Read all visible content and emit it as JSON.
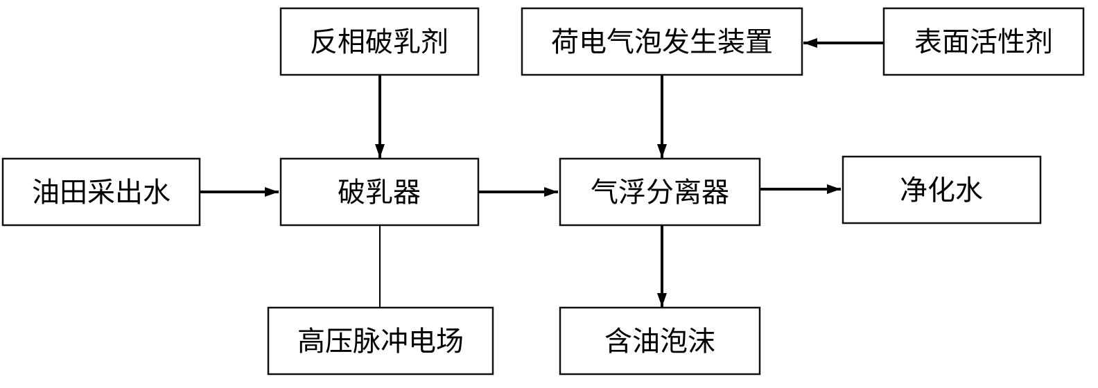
{
  "nodes": {
    "reverse_demulsifier": "反相破乳剂",
    "charged_bubble_generator": "荷电气泡发生装置",
    "surfactant": "表面活性剂",
    "oilfield_produced_water": "油田采出水",
    "demulsifier_unit": "破乳器",
    "flotation_separator": "气浮分离器",
    "purified_water": "净化水",
    "high_voltage_pulse_field": "高压脉冲电场",
    "oily_foam": "含油泡沫"
  },
  "edges": [
    {
      "from": "oilfield_produced_water",
      "to": "demulsifier_unit",
      "arrow": true
    },
    {
      "from": "reverse_demulsifier",
      "to": "demulsifier_unit",
      "arrow": true
    },
    {
      "from": "demulsifier_unit",
      "to": "flotation_separator",
      "arrow": true
    },
    {
      "from": "surfactant",
      "to": "charged_bubble_generator",
      "arrow": true
    },
    {
      "from": "charged_bubble_generator",
      "to": "flotation_separator",
      "arrow": true
    },
    {
      "from": "flotation_separator",
      "to": "purified_water",
      "arrow": true
    },
    {
      "from": "flotation_separator",
      "to": "oily_foam",
      "arrow": true
    },
    {
      "from": "demulsifier_unit",
      "to": "high_voltage_pulse_field",
      "arrow": false
    }
  ]
}
